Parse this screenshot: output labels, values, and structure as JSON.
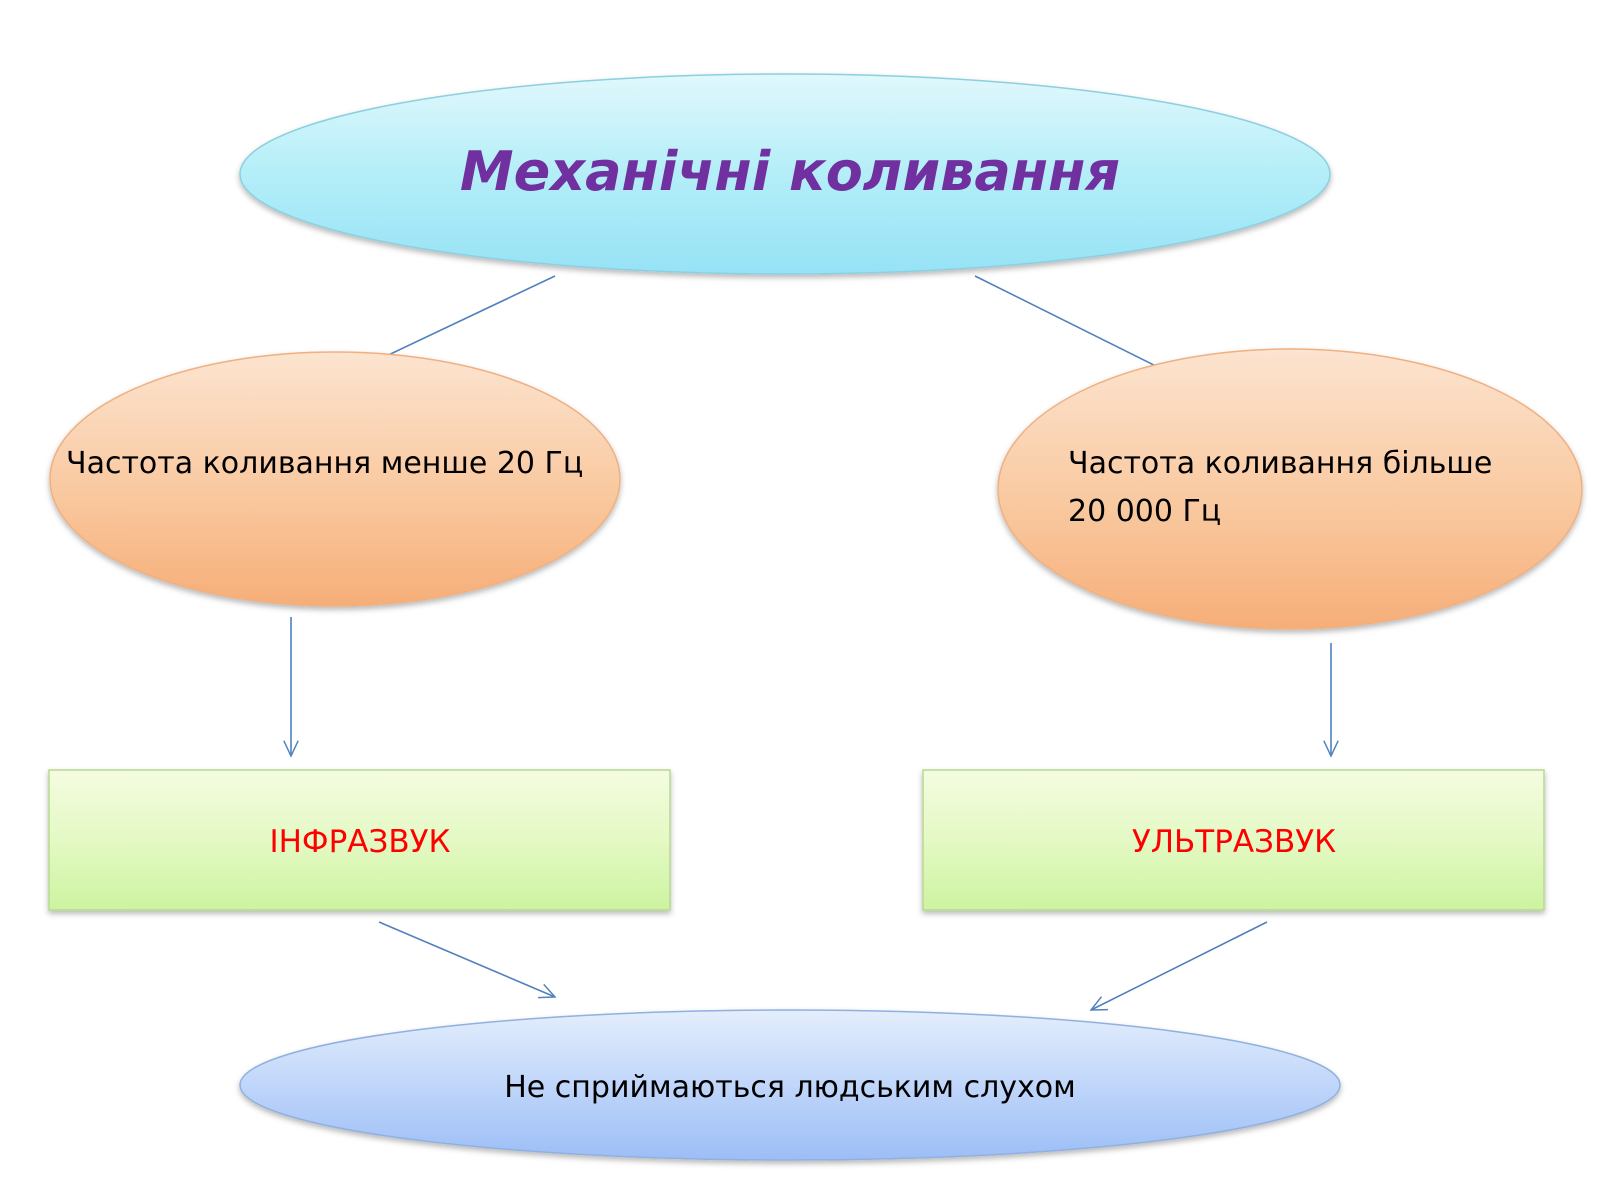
{
  "diagram": {
    "root": {
      "label": "Механічні коливання",
      "text_color": "#7030A0"
    },
    "left_branch": {
      "condition_label": "Частота коливання менше 20 Гц",
      "result_label": "ІНФРАЗВУК"
    },
    "right_branch": {
      "condition_line1": "Частота коливання більше",
      "condition_line2": "20 000 Гц",
      "result_label": "УЛЬТРАЗВУК"
    },
    "conclusion": {
      "label": "Не сприймаються людським слухом"
    },
    "colors": {
      "root_fill": "#A8E8F8",
      "condition_fill": "#F8B888",
      "result_fill": "#D8F8B0",
      "result_text": "#FF0000",
      "conclusion_fill": "#A8C8F8",
      "arrow": "#4F81BD",
      "text": "#000000"
    }
  }
}
